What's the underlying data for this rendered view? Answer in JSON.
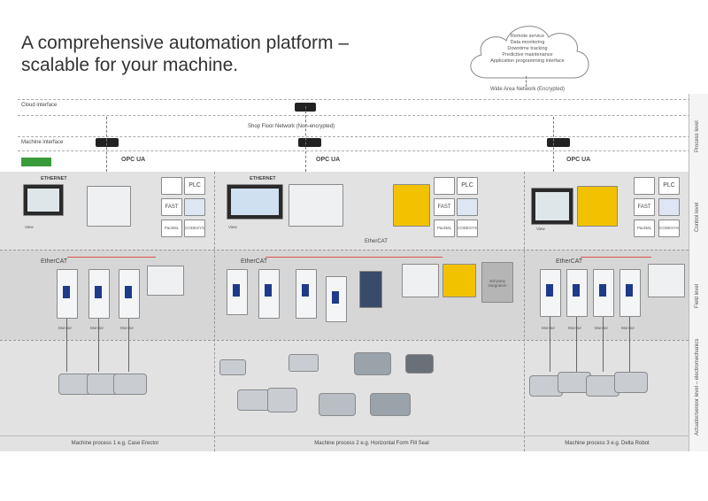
{
  "header": {
    "title_line1": "A comprehensive automation platform –",
    "title_line2": "scalable for your machine."
  },
  "cloud": {
    "items": [
      "Remote service",
      "Data monitoring",
      "Downtime tracking",
      "Predictive maintenance",
      "Application programming interface"
    ],
    "wan_label": "Wide Area Network (Encrypted)"
  },
  "rows": {
    "cloud_interface": "Cloud interface",
    "shop_floor": "Shop Floor Network (Non-encrypted)",
    "machine_interface": "Machine interface"
  },
  "levels": {
    "process": "Process level",
    "control": "Control level",
    "field": "Field level",
    "actuator": "Actuator/sensor level – electromechanics"
  },
  "protocols": {
    "opcua": "OPC UA",
    "ethernet": "ETHERNET",
    "ethercat": "EtherCAT"
  },
  "tiles": {
    "plc": "PLC",
    "fast": "FAST",
    "packml": "PackML",
    "codesys": "CODESYS"
  },
  "misc": {
    "third_party": "3rd-party integration",
    "monitor": "Monitor",
    "view": "View"
  },
  "machines": [
    "Machine process 1 e.g. Case Erector",
    "Machine process 2 e.g. Horizontal Form Fill Seal",
    "Machine process 3 e.g. Delta Robot"
  ],
  "colors": {
    "ethercat_red": "#d9534f",
    "drive_blue": "#1e3a8a",
    "safety_yellow": "#f2c200",
    "band_grey": "#e2e2e2"
  }
}
